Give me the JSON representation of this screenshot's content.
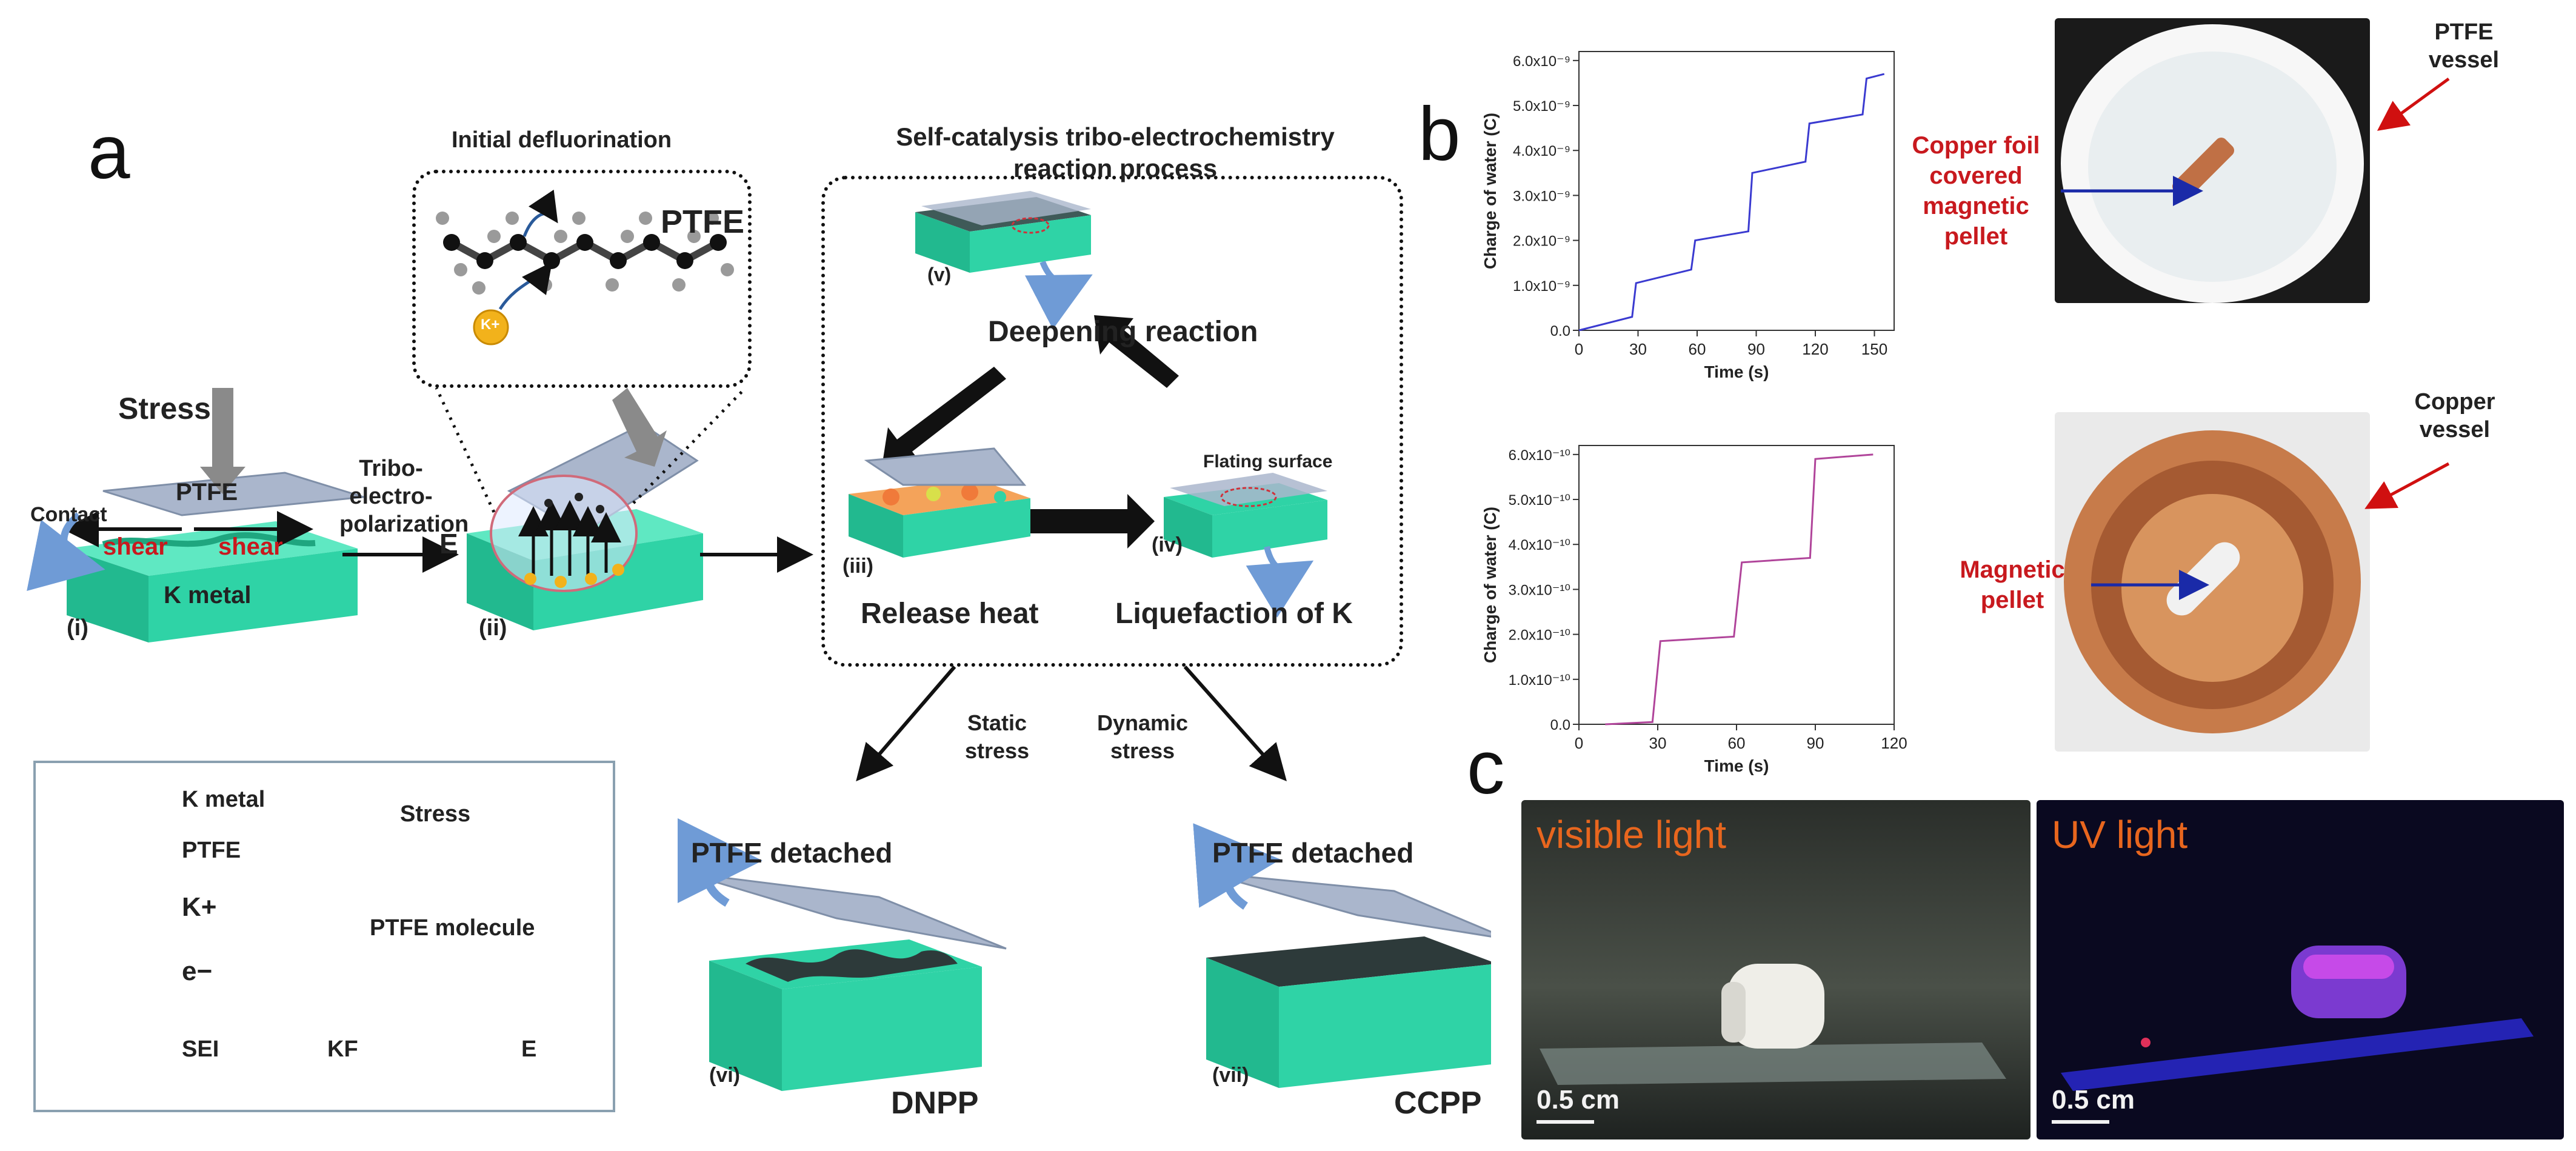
{
  "panels": {
    "a": "a",
    "b": "b",
    "c": "c"
  },
  "diagram": {
    "stress": "Stress",
    "ptfe_sheet": "PTFE",
    "contact": "Contact",
    "shear_left": "shear",
    "shear_right": "shear",
    "k_metal": "K metal",
    "step_i": "(i)",
    "tribo_label": [
      "Tribo-",
      "electro-",
      "polarization"
    ],
    "field_e": "E",
    "step_ii": "(ii)",
    "initial_defluorination": "Initial defluorination",
    "ptfe_molecule_label": "PTFE",
    "k_ion": "K+",
    "self_catalysis_title": [
      "Self-catalysis tribo-electrochemistry",
      "reaction process"
    ],
    "step_v": "(v)",
    "deepening_reaction": "Deepening reaction",
    "flating_surface": "Flating surface",
    "step_iii": "(iii)",
    "step_iv": "(iv)",
    "release_heat": "Release heat",
    "liquefaction": "Liquefaction of K",
    "static_stress": [
      "Static",
      "stress"
    ],
    "dynamic_stress": [
      "Dynamic",
      "stress"
    ],
    "ptfe_detached_left": "PTFE detached",
    "ptfe_detached_right": "PTFE detached",
    "step_vi": "(vi)",
    "step_vii": "(vii)",
    "dnpp": "DNPP",
    "ccpp": "CCPP"
  },
  "legend": {
    "k_metal": "K metal",
    "ptfe": "PTFE",
    "k_plus": "K+",
    "e_minus": "e−",
    "sei": "SEI",
    "stress": "Stress",
    "ptfe_molecule": "PTFE molecule",
    "kf": "KF",
    "e_field": "E"
  },
  "photos": {
    "ptfe_vessel": [
      "PTFE",
      "vessel"
    ],
    "copper_foil": [
      "Copper foil",
      "covered",
      "magnetic",
      "pellet"
    ],
    "copper_vessel": [
      "Copper",
      "vessel"
    ],
    "magnetic_pellet": [
      "Magnetic",
      "pellet"
    ],
    "visible_light": "visible light",
    "uv_light": "UV light",
    "scale_left": "0.5 cm",
    "scale_right": "0.5 cm"
  },
  "colors": {
    "k_metal": "#2fd3a6",
    "ptfe": "#9aaac4",
    "sei": "#2d3a3a",
    "k_ion": "#f2b21b",
    "label_red": "#c8191e",
    "line_top": "#3a3ad0",
    "line_bottom": "#b0449a",
    "uv_label": "#e8661e"
  },
  "chart_data": [
    {
      "type": "line",
      "xlabel": "Time (s)",
      "ylabel": "Charge of water (C)",
      "xlim": [
        0,
        160
      ],
      "ylim": [
        0,
        6.2e-09
      ],
      "x_ticks": [
        0,
        30,
        60,
        90,
        120,
        150
      ],
      "y_ticks": [
        "0.0",
        "1.0x10⁻⁹",
        "2.0x10⁻⁹",
        "3.0x10⁻⁹",
        "4.0x10⁻⁹",
        "5.0x10⁻⁹",
        "6.0x10⁻⁹"
      ],
      "y_tick_values": [
        0,
        1e-09,
        2e-09,
        3e-09,
        4e-09,
        5e-09,
        6e-09
      ],
      "series": [
        {
          "x": [
            0,
            27,
            29,
            57,
            59,
            86,
            88,
            115,
            117,
            144,
            146,
            155
          ],
          "y": [
            0,
            3e-10,
            1.05e-09,
            1.35e-09,
            2e-09,
            2.2e-09,
            3.5e-09,
            3.75e-09,
            4.6e-09,
            4.8e-09,
            5.6e-09,
            5.7e-09
          ],
          "color": "#3a3ad0"
        }
      ]
    },
    {
      "type": "line",
      "xlabel": "Time (s)",
      "ylabel": "Charge of water (C)",
      "xlim": [
        0,
        120
      ],
      "ylim": [
        0,
        6.2e-10
      ],
      "x_ticks": [
        0,
        30,
        60,
        90,
        120
      ],
      "y_ticks": [
        "0.0",
        "1.0x10⁻¹⁰",
        "2.0x10⁻¹⁰",
        "3.0x10⁻¹⁰",
        "4.0x10⁻¹⁰",
        "5.0x10⁻¹⁰",
        "6.0x10⁻¹⁰"
      ],
      "y_tick_values": [
        0,
        1e-10,
        2e-10,
        3e-10,
        4e-10,
        5e-10,
        6e-10
      ],
      "series": [
        {
          "x": [
            10,
            28,
            31,
            59,
            62,
            88,
            90,
            112
          ],
          "y": [
            0,
            5e-12,
            1.85e-10,
            1.95e-10,
            3.6e-10,
            3.7e-10,
            5.9e-10,
            6e-10
          ],
          "color": "#b0449a"
        }
      ]
    }
  ]
}
